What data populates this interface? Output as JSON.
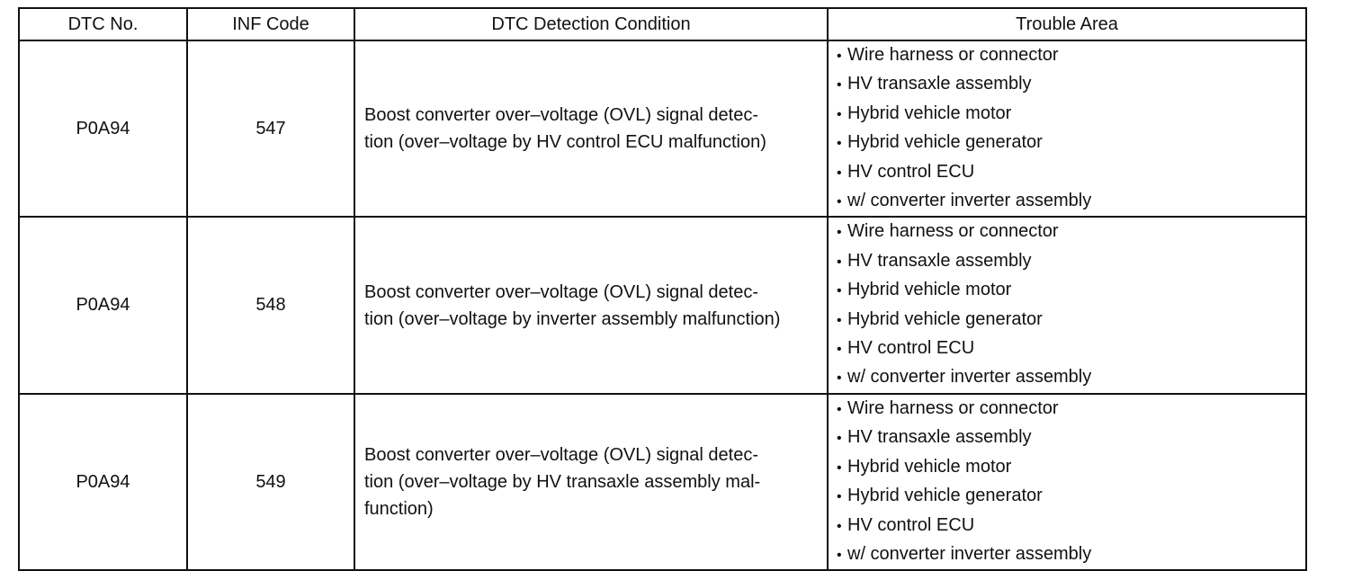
{
  "table": {
    "headers": [
      "DTC No.",
      "INF Code",
      "DTC Detection Condition",
      "Trouble Area"
    ],
    "rows": [
      {
        "dtc": "P0A94",
        "inf": "547",
        "condition_lines": [
          "Boost converter over–voltage (OVL) signal detec-",
          "tion (over–voltage by HV control ECU malfunction)"
        ],
        "areas": [
          "Wire harness or connector",
          "HV transaxle assembly",
          "Hybrid vehicle motor",
          "Hybrid vehicle generator",
          "HV control ECU",
          "w/ converter inverter assembly"
        ]
      },
      {
        "dtc": "P0A94",
        "inf": "548",
        "condition_lines": [
          "Boost converter over–voltage (OVL) signal detec-",
          "tion (over–voltage by inverter assembly malfunction)"
        ],
        "areas": [
          "Wire harness or connector",
          "HV transaxle assembly",
          "Hybrid vehicle motor",
          "Hybrid vehicle generator",
          "HV control ECU",
          "w/ converter inverter assembly"
        ]
      },
      {
        "dtc": "P0A94",
        "inf": "549",
        "condition_lines": [
          "Boost converter over–voltage (OVL) signal detec-",
          "tion (over–voltage by HV transaxle assembly mal-",
          "function)"
        ],
        "areas": [
          "Wire harness or connector",
          "HV transaxle assembly",
          "Hybrid vehicle motor",
          "Hybrid vehicle generator",
          "HV control ECU",
          "w/ converter inverter assembly"
        ]
      }
    ]
  }
}
